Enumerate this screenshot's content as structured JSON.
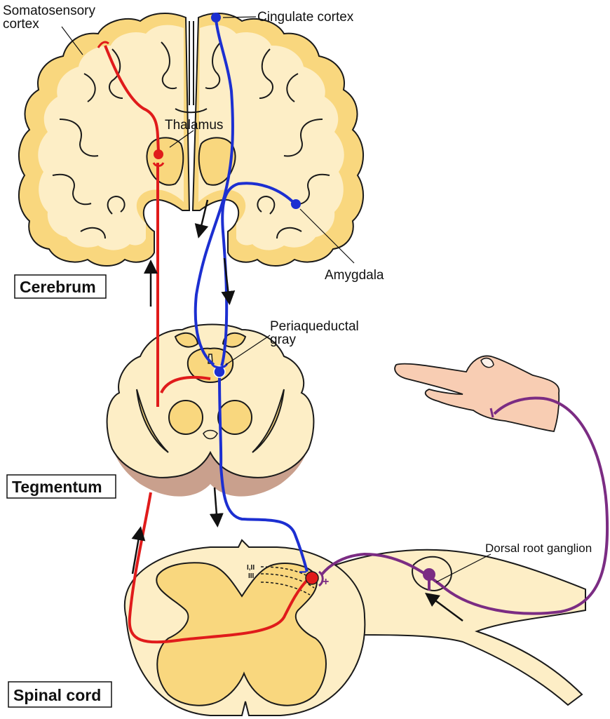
{
  "labels": {
    "somatosensory_line1": "Somatosensory",
    "somatosensory_line2": "cortex",
    "cingulate": "Cingulate cortex",
    "thalamus": "Thalamus",
    "amygdala": "Amygdala",
    "pag_line1": "Periaqueductal",
    "pag_line2": "gray",
    "drg": "Dorsal root ganglion",
    "lamina_1": "I,II",
    "lamina_2": "III",
    "minus": "−",
    "plus": "+"
  },
  "boxes": {
    "cerebrum": "Cerebrum",
    "tegmentum": "Tegmentum",
    "spinal_cord": "Spinal cord"
  },
  "colors": {
    "tissue_light": "#fdeec6",
    "tissue_gray": "#f9d77e",
    "outline": "#1a1a1a",
    "ascending_path": "#e01b1b",
    "descending_path": "#1c2fd1",
    "afferent_path": "#7b2c83",
    "skin": "#f8cdb3",
    "tegmentum_edge": "#c9a08d"
  }
}
